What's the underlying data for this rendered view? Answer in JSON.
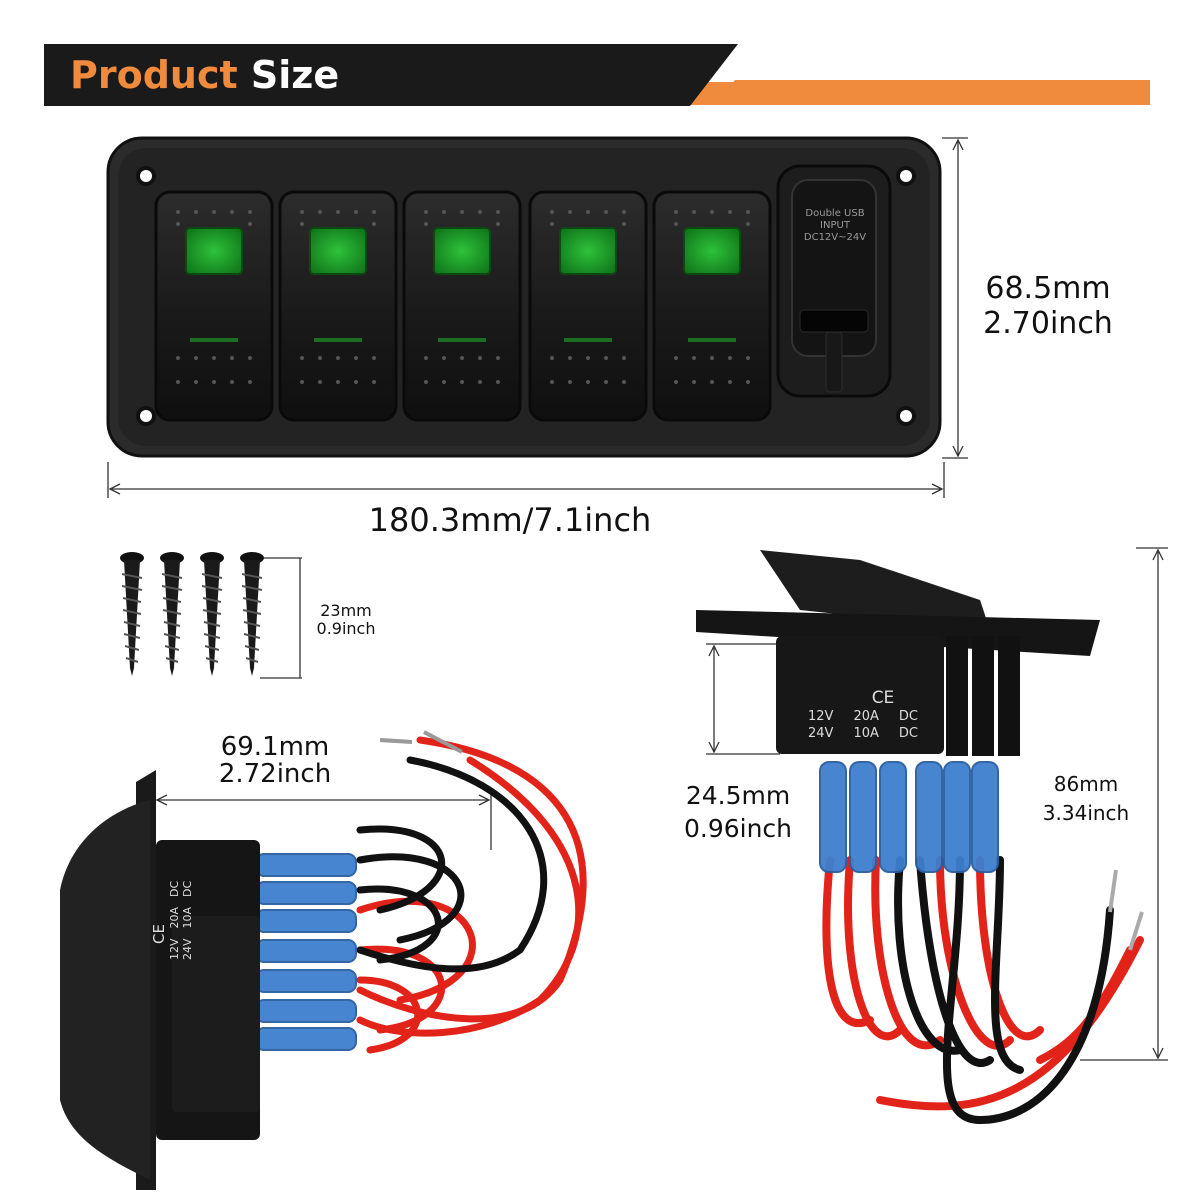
{
  "header": {
    "title_highlight": "Product",
    "title_rest": "Size",
    "colors": {
      "dark": "#1a1a1a",
      "accent": "#f08a3c"
    }
  },
  "panel": {
    "usb_label_line1": "Double USB",
    "usb_label_line2": "INPUT",
    "usb_label_line3": "DC12V~24V",
    "switch_light_color": "#1f9b2a",
    "switch_count": 5
  },
  "dimensions": {
    "height_mm": "68.5mm",
    "height_in": "2.70inch",
    "width": "180.3mm/7.1inch",
    "screw_mm": "23mm",
    "screw_in": "0.9inch",
    "depth_mm": "69.1mm",
    "depth_in": "2.72inch",
    "body_mm": "24.5mm",
    "body_in": "0.96inch",
    "total_mm": "86mm",
    "total_in": "3.34inch"
  },
  "label_ce": "CE",
  "ratings": {
    "r1c1": "12V",
    "r1c2": "20A",
    "r1c3": "DC",
    "r2c1": "24V",
    "r2c2": "10A",
    "r2c3": "DC"
  }
}
